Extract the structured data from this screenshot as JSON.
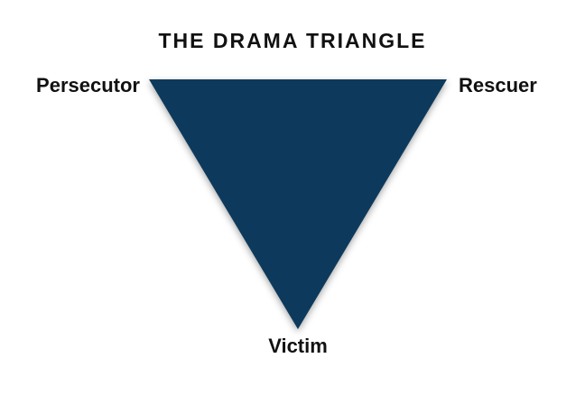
{
  "title": "THE DRAMA TRIANGLE",
  "triangle": {
    "shape": "inverted-triangle",
    "color": "#0d3a5c"
  },
  "labels": {
    "top_left": "Persecutor",
    "top_right": "Rescuer",
    "bottom": "Victim"
  }
}
